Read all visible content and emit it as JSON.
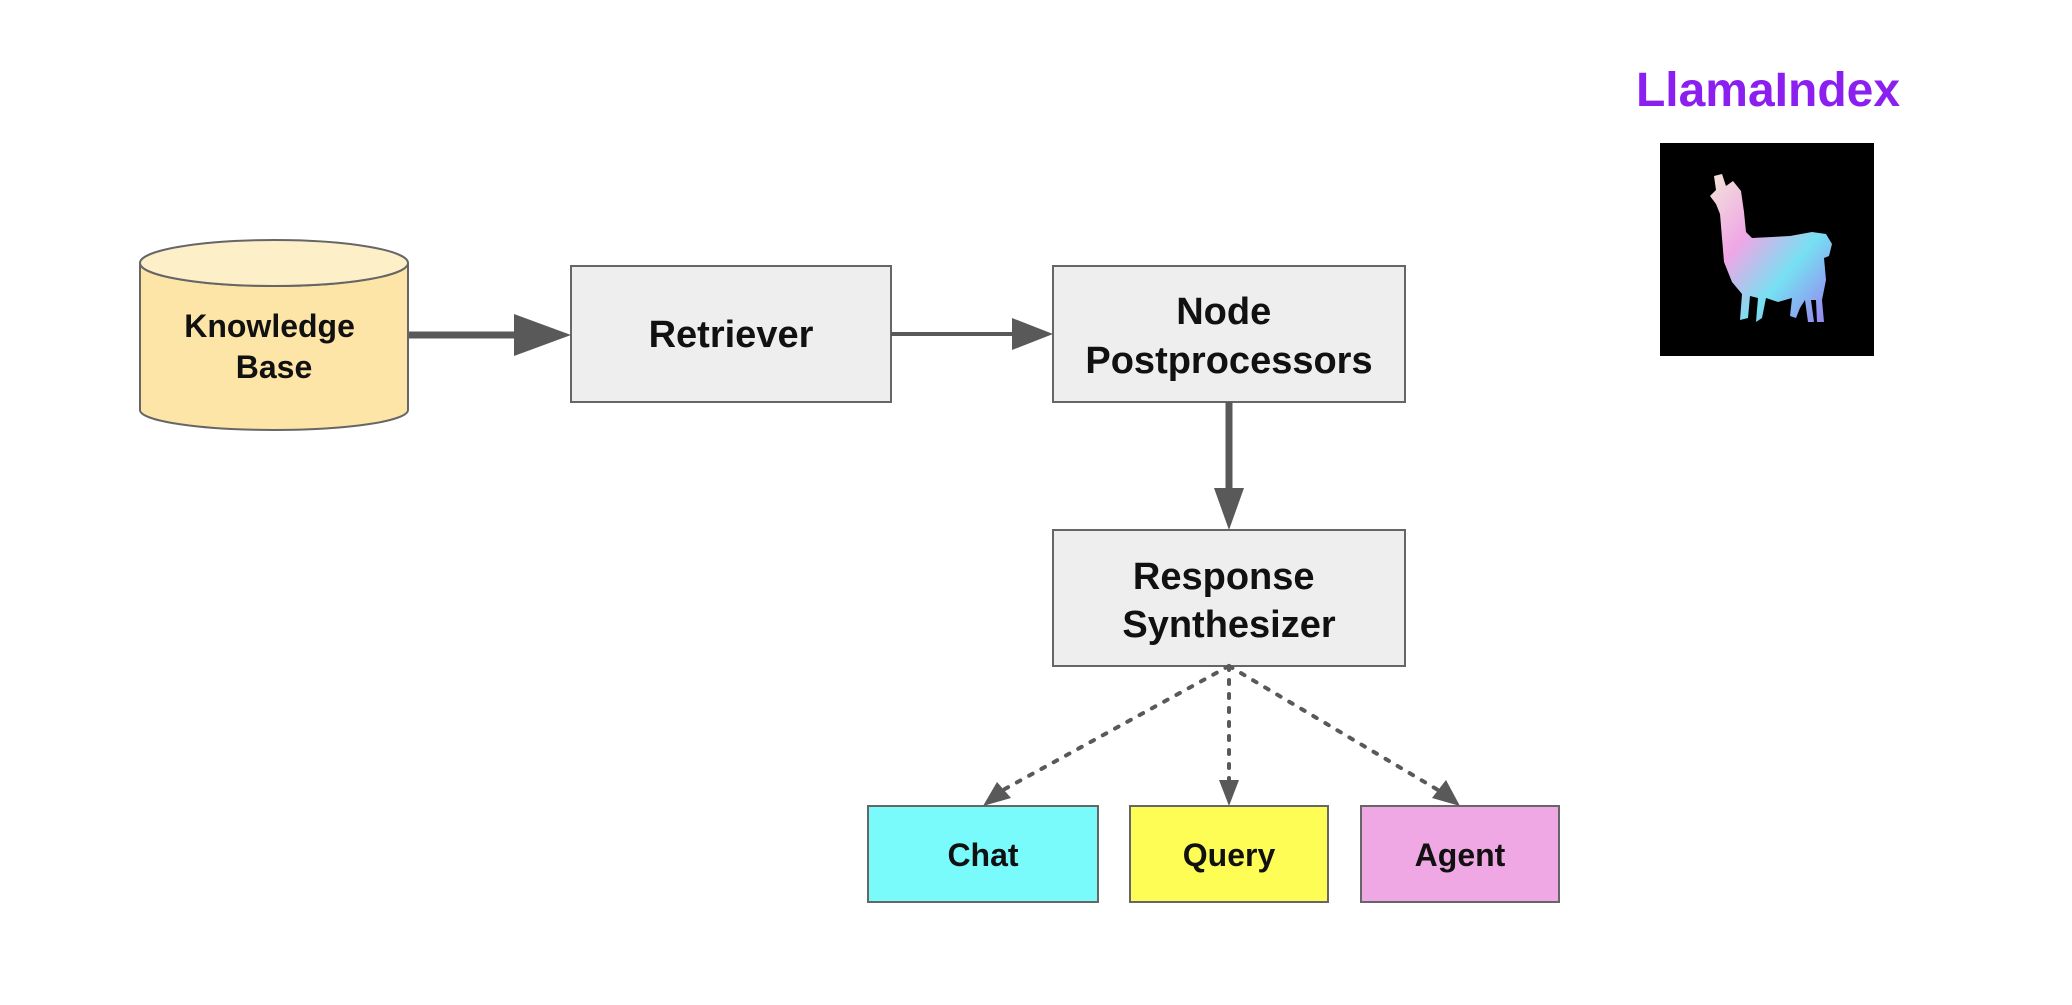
{
  "brand": {
    "title": "LlamaIndex",
    "title_color": "#8a1ff0",
    "logo_icon": "llama-icon",
    "logo_background": "#000000",
    "logo_gradient": [
      "#f2e6d8",
      "#f0a6e6",
      "#76e0f2",
      "#9a7cf0"
    ]
  },
  "nodes": {
    "knowledge_base": {
      "line1": "Knowledge",
      "line2": "Base",
      "fill": "#fce5a6",
      "top_fill": "#fdf0c8"
    },
    "retriever": {
      "label": "Retriever",
      "fill": "#eeeeee"
    },
    "node_postprocessors": {
      "line1": "Node",
      "line2": "Postprocessors",
      "fill": "#eeeeee"
    },
    "response_synthesizer": {
      "line1": "Response",
      "line2": "Synthesizer",
      "fill": "#eeeeee"
    },
    "chat": {
      "label": "Chat",
      "fill": "#79fbfb"
    },
    "query": {
      "label": "Query",
      "fill": "#fdfd55"
    },
    "agent": {
      "label": "Agent",
      "fill": "#f0a8e4"
    }
  },
  "edges": [
    {
      "from": "Knowledge Base",
      "to": "Retriever",
      "style": "solid-thick"
    },
    {
      "from": "Retriever",
      "to": "Node Postprocessors",
      "style": "solid"
    },
    {
      "from": "Node Postprocessors",
      "to": "Response Synthesizer",
      "style": "solid-thick"
    },
    {
      "from": "Response Synthesizer",
      "to": "Chat",
      "style": "dotted"
    },
    {
      "from": "Response Synthesizer",
      "to": "Query",
      "style": "dotted"
    },
    {
      "from": "Response Synthesizer",
      "to": "Agent",
      "style": "dotted"
    }
  ],
  "colors": {
    "arrow": "#595959",
    "box_stroke": "#666666"
  }
}
